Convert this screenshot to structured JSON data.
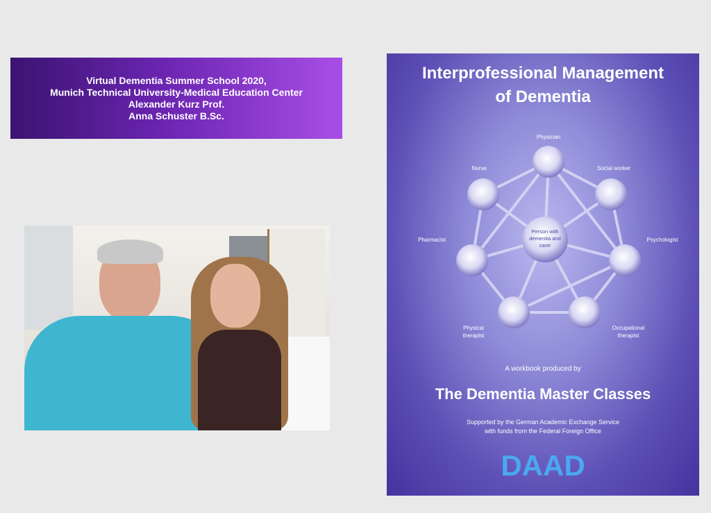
{
  "banner": {
    "lines": [
      "Virtual Dementia Summer School 2020,",
      "Munich Technical University-Medical Education Center",
      "Alexander Kurz  Prof.",
      "Anna Schuster B.Sc."
    ]
  },
  "cover": {
    "title_line1": "Interprofessional Management",
    "title_line2": "of Dementia",
    "center_node": [
      "Person with",
      "dementia and",
      "carer"
    ],
    "nodes": {
      "physician": "Physician",
      "nurse": "Nurse",
      "social_worker": "Social worker",
      "pharmacist": "Pharmacist",
      "psychologist": "Psychologist",
      "physical_1": "Physical",
      "physical_2": "therapist",
      "occupational_1": "Occupational",
      "occupational_2": "therapist"
    },
    "workbook": "A workbook produced by",
    "series": "The Dementia Master Classes",
    "support_line1": "Supported by the German Academic Exchange Service",
    "support_line2": "with funds from the Federal Foreign Office",
    "logo": "DAAD",
    "logo_color": "#4aa8f0"
  }
}
